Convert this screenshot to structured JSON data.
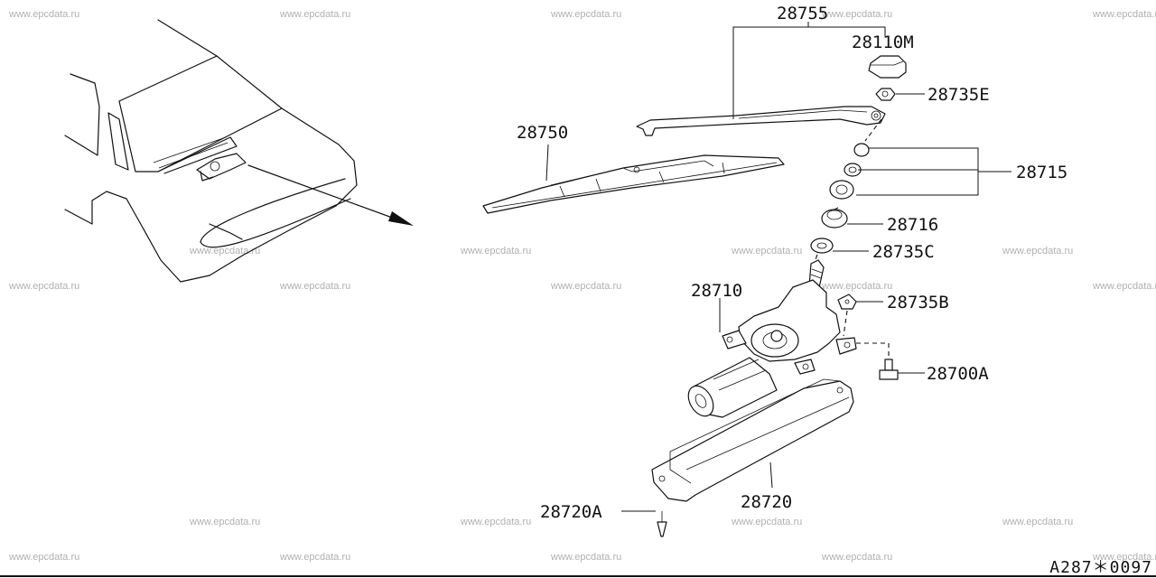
{
  "watermark_text": "www.epcdata.ru",
  "part_labels": {
    "p28755": "28755",
    "p28110M": "28110M",
    "p28735E": "28735E",
    "p28750": "28750",
    "p28715": "28715",
    "p28716": "28716",
    "p28735C": "28735C",
    "p28710": "28710",
    "p28735B": "28735B",
    "p28700A": "28700A",
    "p28720": "28720",
    "p28720A": "28720A"
  },
  "diagram_code": "A287＊0097"
}
